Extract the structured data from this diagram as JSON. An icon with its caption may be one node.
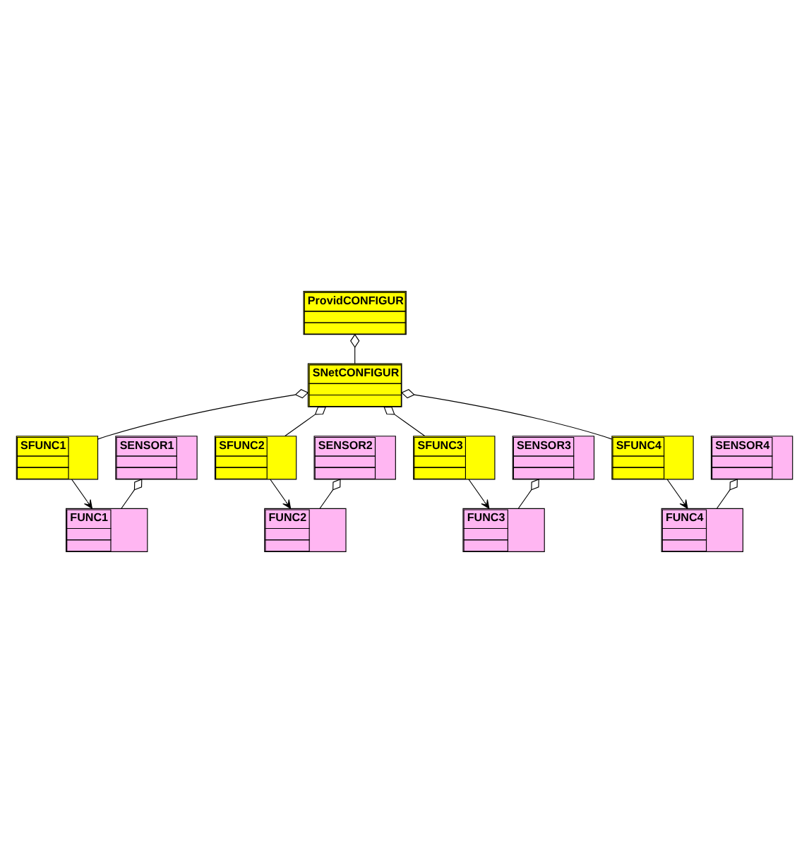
{
  "diagram": {
    "nodes": [
      {
        "text": [
          "ProvidCONFIGUR"
        ]
      },
      {
        "text": [
          "SNetCONFIGUR"
        ]
      },
      {
        "text": [
          "SENSOR1"
        ]
      },
      {
        "text": [
          "FUNC1"
        ]
      },
      {
        "text": [
          "SFUNC1"
        ]
      },
      {
        "text": [
          "SENSOR2"
        ]
      },
      {
        "text": [
          "FUNC2"
        ]
      },
      {
        "text": [
          "SFUNC2"
        ]
      },
      {
        "text": [
          "SENSOR3"
        ]
      },
      {
        "text": [
          "FUNC3"
        ]
      },
      {
        "text": [
          "SFUNC3"
        ]
      },
      {
        "text": [
          "SFUNC4"
        ]
      },
      {
        "text": [
          "SENSOR4"
        ]
      },
      {
        "text": [
          "FUNC4"
        ]
      }
    ],
    "edges": [
      {
        "from": 0,
        "to": 1,
        "arrow": "other"
      },
      {
        "from": 1,
        "to": 4,
        "arrow": "other"
      },
      {
        "from": 1,
        "to": 7,
        "arrow": "other"
      },
      {
        "from": 1,
        "to": 10,
        "arrow": "other"
      },
      {
        "from": 1,
        "to": 11,
        "arrow": "other"
      },
      {
        "from": 2,
        "to": 3,
        "arrow": "other"
      },
      {
        "from": 4,
        "to": 3,
        "arrow": "to"
      },
      {
        "from": 5,
        "to": 6,
        "arrow": "other"
      },
      {
        "from": 7,
        "to": 6,
        "arrow": "to"
      },
      {
        "from": 8,
        "to": 9,
        "arrow": "other"
      },
      {
        "from": 10,
        "to": 9,
        "arrow": "to"
      },
      {
        "from": 12,
        "to": 13,
        "arrow": "other"
      },
      {
        "from": 11,
        "to": 13,
        "arrow": "to"
      }
    ]
  }
}
